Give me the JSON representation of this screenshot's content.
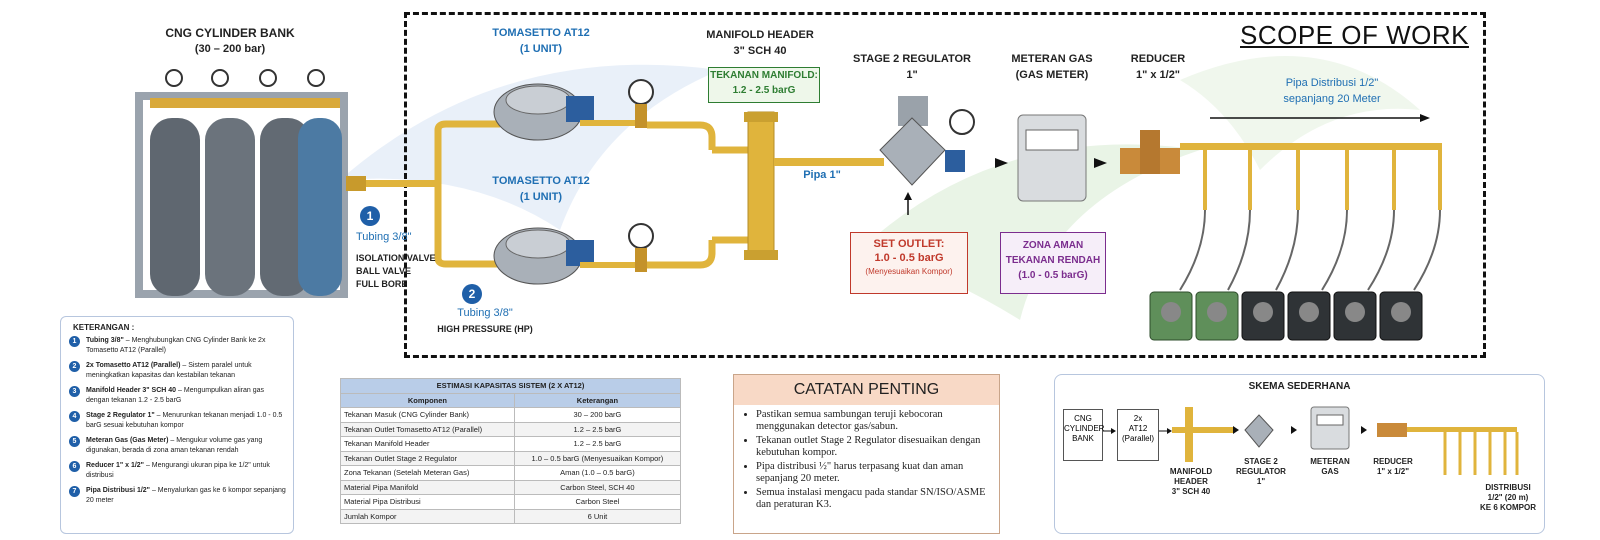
{
  "scope_title": "SCOPE OF WORK",
  "cylinder_bank": {
    "title": "CNG CYLINDER BANK",
    "range": "(30 – 200 bar)"
  },
  "tomasetto_top": {
    "title": "TOMASETTO AT12",
    "units": "(1 UNIT)"
  },
  "tomasetto_bottom": {
    "title": "TOMASETTO AT12",
    "units": "(1 UNIT)"
  },
  "manifold": {
    "title": "MANIFOLD HEADER",
    "spec": "3\" SCH 40",
    "pressure_label": "TEKANAN MANIFOLD:",
    "pressure_value": "1.2 - 2.5 barG"
  },
  "stage2": {
    "title": "STAGE 2 REGULATOR",
    "size": "1\""
  },
  "meter": {
    "title": "METERAN GAS",
    "sub": "(GAS METER)"
  },
  "reducer": {
    "title": "REDUCER",
    "size": "1\" x 1/2\""
  },
  "distribusi": {
    "line1": "Pipa Distribusi 1/2\"",
    "line2": "sepanjang 20 Meter"
  },
  "pipa1": "Pipa 1\"",
  "marker1": {
    "num": "1",
    "tubing": "Tubing 3/8\"",
    "valve1": "ISOLATION VALVE",
    "valve2": "BALL VALVE",
    "valve3": "FULL BORE"
  },
  "marker2": {
    "num": "2",
    "tubing": "Tubing 3/8\"",
    "hp": "HIGH PRESSURE (HP)"
  },
  "set_outlet": {
    "title": "SET OUTLET:",
    "value": "1.0 - 0.5 barG",
    "note": "(Menyesuaikan Kompor)"
  },
  "zona": {
    "l1": "ZONA AMAN",
    "l2": "TEKANAN RENDAH",
    "l3": "(1.0 - 0.5 barG)"
  },
  "keterangan": {
    "title": "KETERANGAN :",
    "items": [
      {
        "num": "1",
        "bold": "Tubing 3/8\"",
        "text": " – Menghubungkan CNG Cylinder Bank ke 2x Tomasetto AT12 (Parallel)"
      },
      {
        "num": "2",
        "bold": "2x Tomasetto AT12 (Parallel)",
        "text": " – Sistem paralel untuk meningkatkan kapasitas dan kestabilan tekanan"
      },
      {
        "num": "3",
        "bold": "Manifold Header 3\" SCH 40",
        "text": " – Mengumpulkan aliran gas dengan tekanan 1.2 - 2.5 barG"
      },
      {
        "num": "4",
        "bold": "Stage 2 Regulator 1\"",
        "text": " – Menurunkan tekanan menjadi 1.0 - 0.5 barG sesuai kebutuhan kompor"
      },
      {
        "num": "5",
        "bold": "Meteran Gas (Gas Meter)",
        "text": " – Mengukur volume gas yang digunakan, berada di zona aman tekanan rendah"
      },
      {
        "num": "6",
        "bold": "Reducer 1\" x 1/2\"",
        "text": " – Mengurangi ukuran pipa ke 1/2\" untuk distribusi"
      },
      {
        "num": "7",
        "bold": "Pipa Distribusi 1/2\"",
        "text": " – Menyalurkan gas ke 6 kompor sepanjang 20 meter"
      }
    ]
  },
  "estimasi": {
    "title": "ESTIMASI KAPASITAS SISTEM (2 X AT12)",
    "headers": [
      "Komponen",
      "Keterangan"
    ],
    "rows": [
      [
        "Tekanan Masuk (CNG Cylinder Bank)",
        "30 – 200 barG"
      ],
      [
        "Tekanan Outlet Tomasetto AT12 (Parallel)",
        "1.2 – 2.5 barG"
      ],
      [
        "Tekanan Manifold Header",
        "1.2 – 2.5 barG"
      ],
      [
        "Tekanan Outlet Stage 2 Regulator",
        "1.0 – 0.5 barG (Menyesuaikan Kompor)"
      ],
      [
        "Zona Tekanan (Setelah Meteran Gas)",
        "Aman (1.0 – 0.5 barG)"
      ],
      [
        "Material Pipa Manifold",
        "Carbon Steel, SCH 40"
      ],
      [
        "Material Pipa Distribusi",
        "Carbon Steel"
      ],
      [
        "Jumlah Kompor",
        "6 Unit"
      ]
    ]
  },
  "catatan": {
    "title": "CATATAN PENTING",
    "items": [
      "Pastikan semua sambungan teruji kebocoran menggunakan detector gas/sabun.",
      "Tekanan outlet Stage 2 Regulator disesuaikan dengan kebutuhan kompor.",
      "Pipa distribusi ½\" harus terpasang kuat dan aman sepanjang 20 meter.",
      "Semua instalasi mengacu pada standar SN/ISO/ASME dan peraturan K3."
    ]
  },
  "skema": {
    "title": "SKEMA SEDERHANA",
    "cng": [
      "CNG",
      "CYLINDER",
      "BANK"
    ],
    "at12": [
      "2x",
      "AT12",
      "(Parallel)"
    ],
    "manifold": [
      "MANIFOLD",
      "HEADER",
      "3\" SCH 40"
    ],
    "stage2": [
      "STAGE 2",
      "REGULATOR",
      "1\""
    ],
    "meter": [
      "METERAN",
      "GAS"
    ],
    "reducer": [
      "REDUCER",
      "1\" x 1/2\""
    ],
    "dist": [
      "DISTRIBUSI",
      "1/2\" (20 m)",
      "KE 6 KOMPOR"
    ]
  },
  "colors": {
    "pipe": "#e0b43c",
    "accent": "#1f5fa8",
    "red": "#c0392b",
    "purple": "#7b2d8e",
    "green": "#2e7d32"
  }
}
